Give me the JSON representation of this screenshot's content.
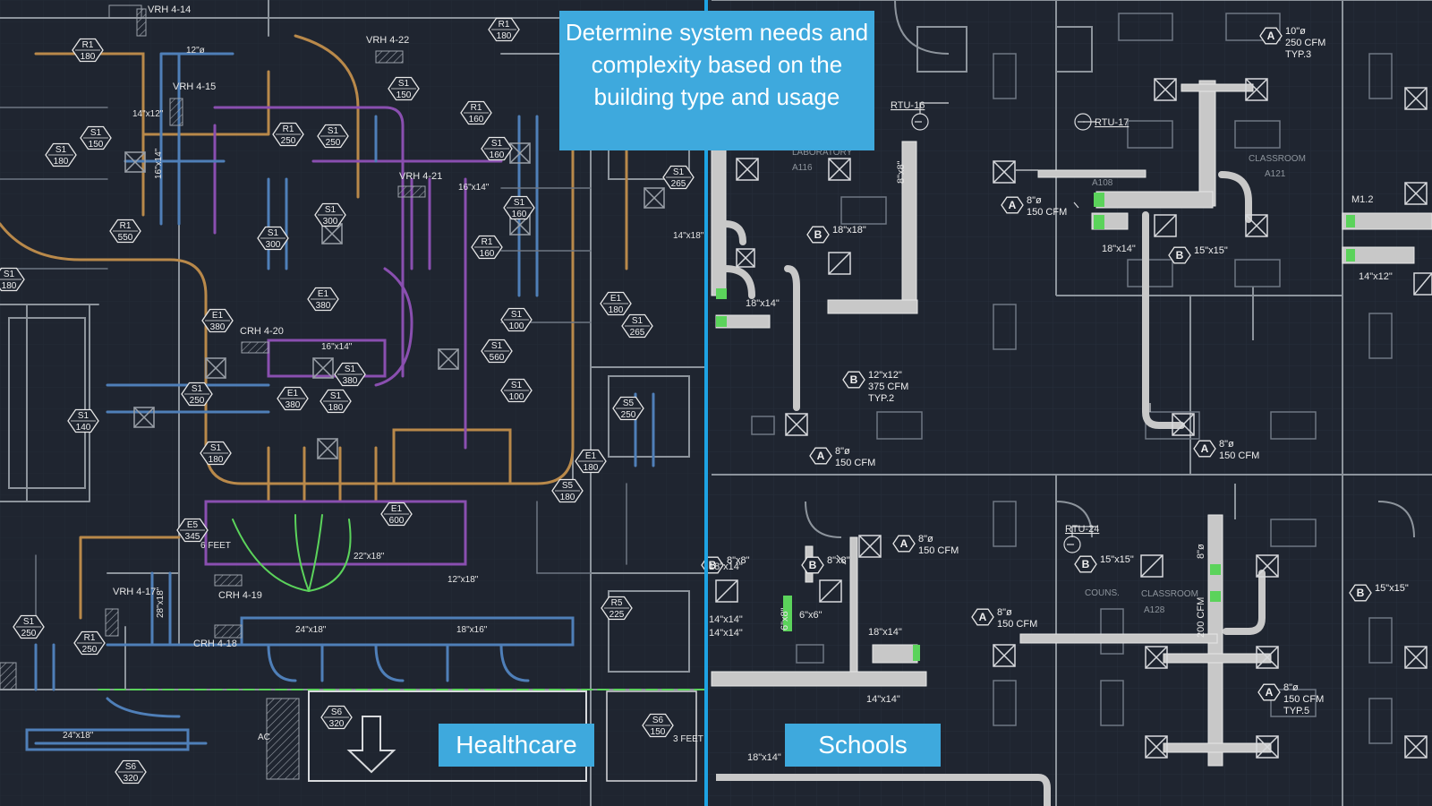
{
  "callout": {
    "text": "Determine system needs and complexity based on the building type and usage"
  },
  "labels": {
    "left": "Healthcare",
    "right": "Schools"
  },
  "colors": {
    "background": "#1f2530",
    "callout": "#3ea9dd",
    "divider": "#1ea3e3",
    "duct_orange": "#b9894a",
    "duct_purple": "#8a4fb0",
    "duct_blue": "#4f7fb8",
    "duct_gray": "#c8c8c8",
    "accent_green": "#5bd35b"
  },
  "left_plan": {
    "hex_tags": [
      {
        "id": "R1",
        "cfm": "180"
      },
      {
        "id": "R1",
        "cfm": "180"
      },
      {
        "id": "S1",
        "cfm": "150"
      },
      {
        "id": "S1",
        "cfm": "150"
      },
      {
        "id": "R1",
        "cfm": "250"
      },
      {
        "id": "S1",
        "cfm": "250"
      },
      {
        "id": "R1",
        "cfm": "160"
      },
      {
        "id": "S1",
        "cfm": "160"
      },
      {
        "id": "S1",
        "cfm": "180"
      },
      {
        "id": "S1",
        "cfm": "265"
      },
      {
        "id": "S1",
        "cfm": "300"
      },
      {
        "id": "S1",
        "cfm": "300"
      },
      {
        "id": "R1",
        "cfm": "550"
      },
      {
        "id": "S1",
        "cfm": "160"
      },
      {
        "id": "R1",
        "cfm": "160"
      },
      {
        "id": "S1",
        "cfm": "180"
      },
      {
        "id": "E1",
        "cfm": "380"
      },
      {
        "id": "E1",
        "cfm": "380"
      },
      {
        "id": "E1",
        "cfm": "180"
      },
      {
        "id": "S1",
        "cfm": "100"
      },
      {
        "id": "S1",
        "cfm": "265"
      },
      {
        "id": "S1",
        "cfm": "560"
      },
      {
        "id": "S1",
        "cfm": "380"
      },
      {
        "id": "S1",
        "cfm": "250"
      },
      {
        "id": "E1",
        "cfm": "380"
      },
      {
        "id": "S1",
        "cfm": "180"
      },
      {
        "id": "S1",
        "cfm": "100"
      },
      {
        "id": "S5",
        "cfm": "250"
      },
      {
        "id": "S1",
        "cfm": "140"
      },
      {
        "id": "S1",
        "cfm": "180"
      },
      {
        "id": "E1",
        "cfm": "180"
      },
      {
        "id": "S5",
        "cfm": "180"
      },
      {
        "id": "E1",
        "cfm": "600"
      },
      {
        "id": "E5",
        "cfm": "345"
      },
      {
        "id": "R5",
        "cfm": "225"
      },
      {
        "id": "S1",
        "cfm": "250"
      },
      {
        "id": "R1",
        "cfm": "250"
      },
      {
        "id": "S6",
        "cfm": "320"
      },
      {
        "id": "S6",
        "cfm": "320"
      },
      {
        "id": "S6",
        "cfm": "150"
      }
    ],
    "notes": [
      "VRH 4-14",
      "VRH 4-22",
      "VRH 4-15",
      "VRH 4-21",
      "CRH 4-20",
      "VRH 4-17",
      "CRH 4-19",
      "CRH 4-18",
      "12\"ø",
      "14\"x12\"",
      "16\"x14\"",
      "14\"x18\"",
      "16\"x14\"",
      "22\"x18\"",
      "12\"x18\"",
      "28\"x18\"",
      "24\"x18\"",
      "18\"x16\"",
      "16\"x14\"",
      "24\"x18\"",
      "6 FEET",
      "3 FEET",
      "AC"
    ]
  },
  "right_plan": {
    "hex_tags": [
      {
        "id": "A",
        "note": "10\"ø 250 CFM TYP.3"
      },
      {
        "id": "A",
        "note": "8\"ø 150 CFM"
      },
      {
        "id": "B",
        "note": "18\"x18\""
      },
      {
        "id": "B",
        "note": "15\"x15\""
      },
      {
        "id": "B",
        "note": "12\"x12\" 375 CFM TYP.2"
      },
      {
        "id": "A",
        "note": "8\"ø 150 CFM"
      },
      {
        "id": "A",
        "note": "8\"ø 150 CFM"
      },
      {
        "id": "B",
        "note": "8\"x8\""
      },
      {
        "id": "B",
        "note": "8\"x8\""
      },
      {
        "id": "A",
        "note": "8\"ø 150 CFM"
      },
      {
        "id": "B",
        "note": "15\"x15\""
      },
      {
        "id": "B",
        "note": "15\"x15\""
      },
      {
        "id": "A",
        "note": "8\"ø 150 CFM"
      },
      {
        "id": "A",
        "note": "8\"ø 150 CFM TYP.5"
      }
    ],
    "notes": [
      "RTU-16",
      "RTU-17",
      "RTU-24",
      "LABORATORY",
      "A116",
      "CLASSROOM",
      "A121",
      "CLASSROOM",
      "A128",
      "COUNS.",
      "A108",
      "M1.2",
      "14\"x12\"",
      "18\"x14\"",
      "18\"x14\"",
      "18\"x14\"",
      "14\"x14\"",
      "18\"x14\"",
      "18\"x14\"",
      "14\"x14\"",
      "14\"x14\"",
      "6\"x6\"",
      "8\"x8\"",
      "8\"ø",
      "200 CFM",
      "6\"x8\""
    ]
  }
}
